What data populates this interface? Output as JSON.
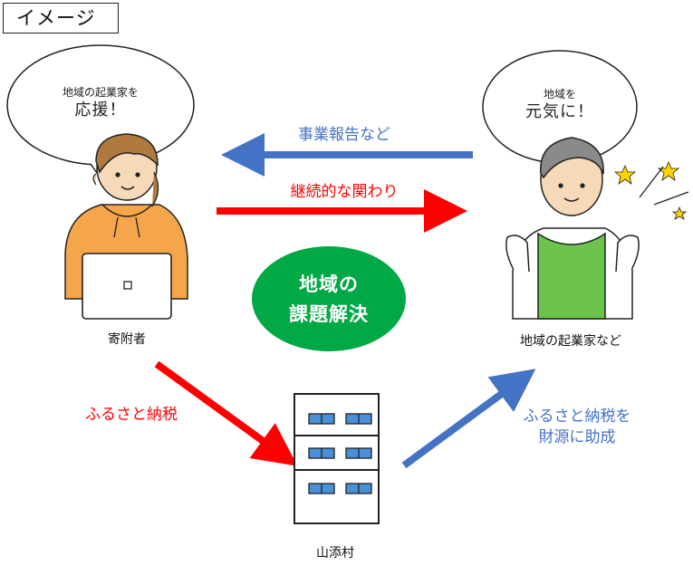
{
  "header": {
    "title": "イメージ"
  },
  "left_person": {
    "bubble_line1": "地域の起業家を",
    "bubble_line2": "応援！",
    "caption": "寄附者"
  },
  "right_person": {
    "bubble_line1": "地域を",
    "bubble_line2": "元気に！",
    "caption": "地域の起業家など"
  },
  "arrows": {
    "report_label": "事業報告など",
    "relation_label": "継続的な関わり",
    "tax_label": "ふるさと納税",
    "fund_label_line1": "ふるさと納税を",
    "fund_label_line2": "財源に助成"
  },
  "center": {
    "line1": "地域の",
    "line2": "課題解決"
  },
  "village": {
    "caption": "山添村"
  },
  "colors": {
    "blue": "#4472c4",
    "red": "#ff0000",
    "green": "#00a846",
    "orange": "#f5a64a",
    "apron": "#6cc44c",
    "star": "#ffd400"
  }
}
